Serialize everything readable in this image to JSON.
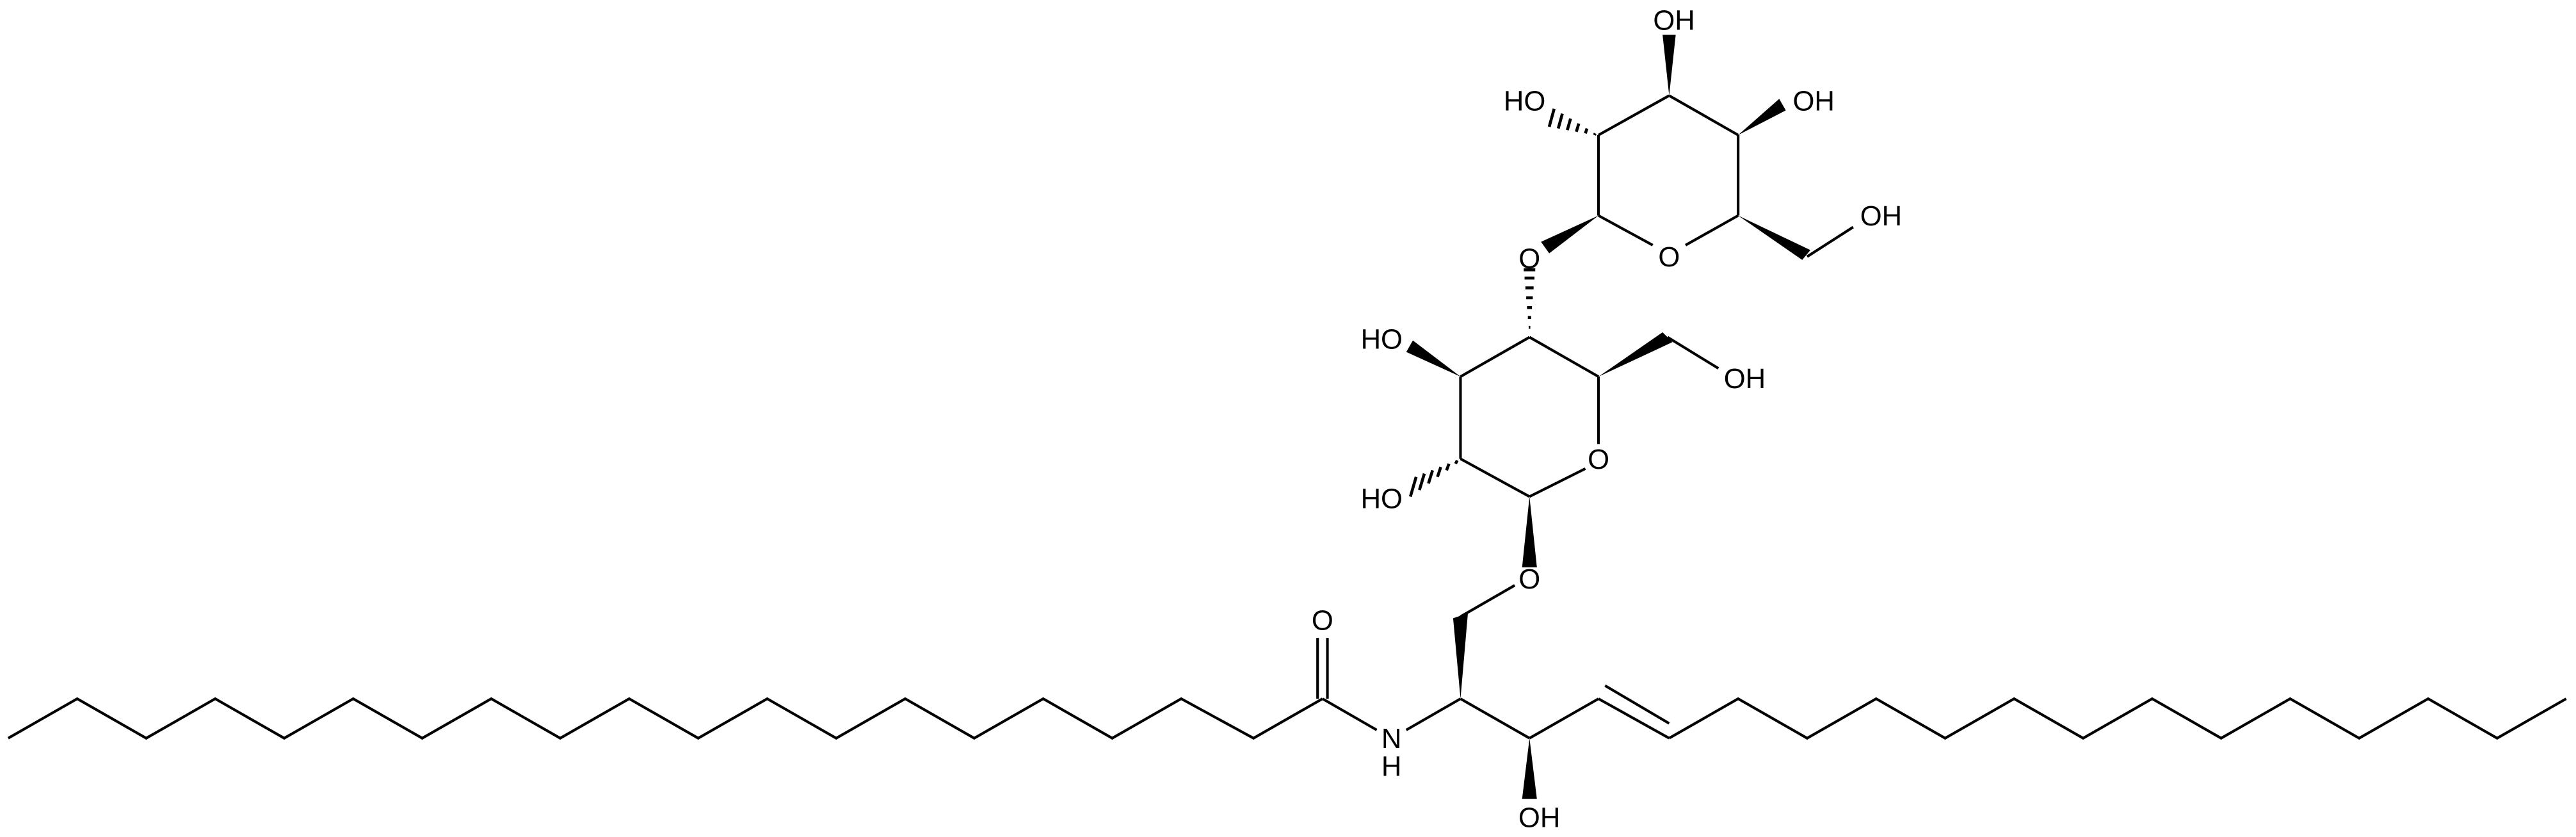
{
  "diagram": {
    "type": "skeletal-chemical-structure",
    "molecule_class": "lactosylceramide (glycosphingolipid)",
    "background": "#ffffff",
    "ink": "#000000",
    "atom_labels": {
      "amide_o": "O",
      "amide_n": "N",
      "amide_h": "H",
      "c3_oh": "OH",
      "linker_o": "O",
      "glc_ring_o": "O",
      "glc_c2_oh": "HO",
      "glc_c3_oh": "HO",
      "glc_c6_oh": "OH",
      "glycosidic_o": "O",
      "gal_ring_o": "O",
      "gal_c2_oh": "HO",
      "gal_c3_oh": "OH",
      "gal_c4_oh": "OH",
      "gal_c6_oh": "OH"
    },
    "fragments": [
      {
        "name": "fatty-acyl-chain",
        "description": "long saturated acyl chain (left)"
      },
      {
        "name": "amide",
        "description": "C=O with N-H"
      },
      {
        "name": "sphingosine-backbone",
        "description": "C2 amine, C3 OH, trans C4=C5 double bond"
      },
      {
        "name": "sphingosine-tail",
        "description": "long alkyl chain (right)"
      },
      {
        "name": "glucose-ring",
        "description": "lower pyranose ring"
      },
      {
        "name": "galactose-ring",
        "description": "upper pyranose ring"
      }
    ]
  }
}
